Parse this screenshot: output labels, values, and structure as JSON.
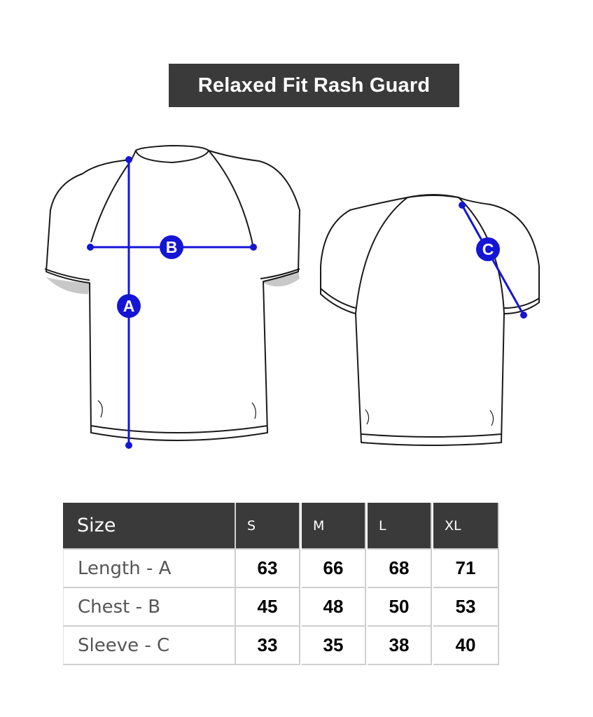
{
  "title": "Relaxed Fit Rash Guard",
  "markers": {
    "a": "A",
    "b": "B",
    "c": "C"
  },
  "colors": {
    "measure_line": "#1515d6",
    "banner_bg": "#3a3a3a",
    "header_bg": "#3a3a3a"
  },
  "table": {
    "header_label": "Size",
    "sizes": [
      "S",
      "M",
      "L",
      "XL"
    ],
    "rows": [
      {
        "label": "Length - A",
        "values": [
          "63",
          "66",
          "68",
          "71"
        ]
      },
      {
        "label": "Chest - B",
        "values": [
          "45",
          "48",
          "50",
          "53"
        ]
      },
      {
        "label": "Sleeve - C",
        "values": [
          "33",
          "35",
          "38",
          "40"
        ]
      }
    ]
  }
}
